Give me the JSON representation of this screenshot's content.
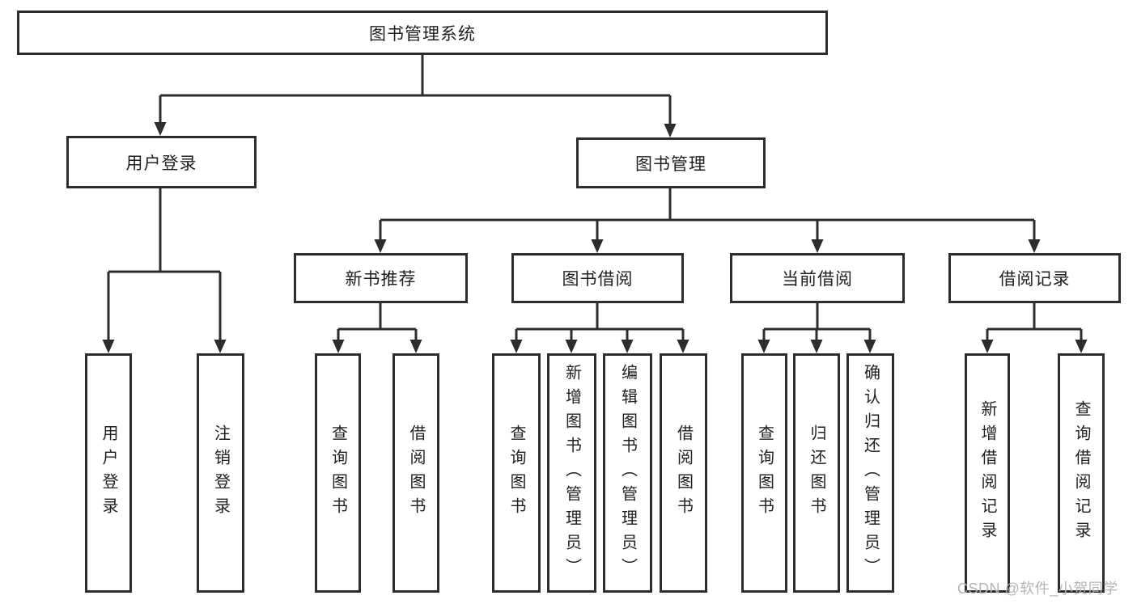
{
  "colors": {
    "line": "#2d2d2d",
    "box_border": "#2d2d2d",
    "box_fill": "#ffffff",
    "text": "#1f1f1f",
    "watermark_text": "#b4b4b4",
    "background": "#ffffff"
  },
  "watermark": "CSDN @软件_小贺同学",
  "tree": {
    "root": {
      "label": "图书管理系统"
    },
    "branches": [
      {
        "label": "用户登录",
        "leaves": [
          {
            "label": "用户登录"
          },
          {
            "label": "注销登录"
          }
        ]
      },
      {
        "label": "图书管理",
        "groups": [
          {
            "label": "新书推荐",
            "leaves": [
              {
                "label": "查询图书"
              },
              {
                "label": "借阅图书"
              }
            ]
          },
          {
            "label": "图书借阅",
            "leaves": [
              {
                "label": "查询图书"
              },
              {
                "label": "新增图书（管理员）"
              },
              {
                "label": "编辑图书（管理员）"
              },
              {
                "label": "借阅图书"
              }
            ]
          },
          {
            "label": "当前借阅",
            "leaves": [
              {
                "label": "查询图书"
              },
              {
                "label": "归还图书"
              },
              {
                "label": "确认归还（管理员）"
              }
            ]
          },
          {
            "label": "借阅记录",
            "leaves": [
              {
                "label": "新增借阅记录"
              },
              {
                "label": "查询借阅记录"
              }
            ]
          }
        ]
      }
    ]
  }
}
